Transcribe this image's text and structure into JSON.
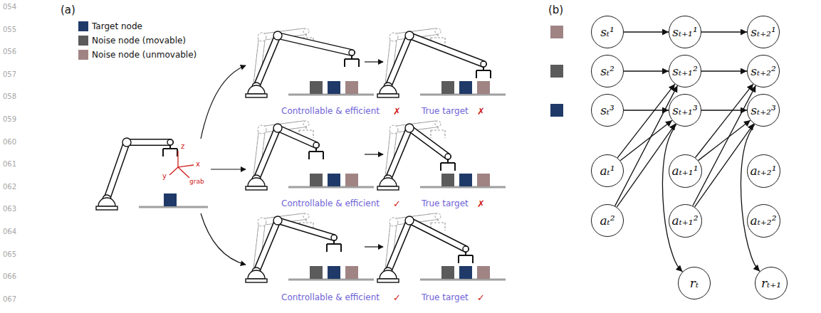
{
  "diagram": {
    "nodes": [
      {
        "text": [
          "sₜ¹"
        ]
      },
      {
        "text": [
          "sₜ₊₁¹"
        ]
      },
      {
        "text": [
          "sₜ₊₂¹"
        ]
      },
      {
        "text": [
          "sₜ²"
        ]
      },
      {
        "text": [
          "sₜ₊₁²"
        ]
      },
      {
        "text": [
          "sₜ₊₂²"
        ]
      },
      {
        "text": [
          "sₜ³"
        ]
      },
      {
        "text": [
          "sₜ₊₁³"
        ]
      },
      {
        "text": [
          "sₜ₊₂³"
        ]
      },
      {
        "text": [
          "aₜ¹"
        ]
      },
      {
        "text": [
          "aₜ₊₁¹"
        ]
      },
      {
        "text": [
          "aₜ₊₂¹"
        ]
      },
      {
        "text": [
          "aₜ²"
        ]
      },
      {
        "text": [
          "aₜ₊₁²"
        ]
      },
      {
        "text": [
          "aₜ₊₂²"
        ]
      },
      {
        "text": [
          "rₜ"
        ]
      },
      {
        "text": [
          "rₜ₊₁"
        ]
      }
    ],
    "edges": [
      {
        "from": 0,
        "to": 1,
        "arrow": "to"
      },
      {
        "from": 1,
        "to": 2,
        "arrow": "to"
      },
      {
        "from": 3,
        "to": 4,
        "arrow": "to"
      },
      {
        "from": 4,
        "to": 5,
        "arrow": "to"
      },
      {
        "from": 6,
        "to": 7,
        "arrow": "to"
      },
      {
        "from": 7,
        "to": 8,
        "arrow": "to"
      },
      {
        "from": 9,
        "to": 4,
        "arrow": "to"
      },
      {
        "from": 9,
        "to": 7,
        "arrow": "to"
      },
      {
        "from": 12,
        "to": 4,
        "arrow": "to"
      },
      {
        "from": 12,
        "to": 7,
        "arrow": "to"
      },
      {
        "from": 10,
        "to": 5,
        "arrow": "to"
      },
      {
        "from": 10,
        "to": 8,
        "arrow": "to"
      },
      {
        "from": 13,
        "to": 5,
        "arrow": "to"
      },
      {
        "from": 13,
        "to": 8,
        "arrow": "to"
      },
      {
        "from": 7,
        "to": 15,
        "arrow": "to"
      },
      {
        "from": 8,
        "to": 16,
        "arrow": "to"
      }
    ],
    "labels": [
      "(a)",
      "(b)",
      "054",
      "055",
      "056",
      "057",
      "058",
      "059",
      "060",
      "061",
      "062",
      "063",
      "064",
      "065",
      "066",
      "067",
      "z",
      "x",
      "y",
      "grab",
      "Controllable & efficient",
      "✗",
      "True target",
      "✗",
      "Controllable & efficient",
      "✓",
      "True target",
      "✗",
      "Controllable & efficient",
      "✓",
      "True target",
      "✓"
    ],
    "legend": [
      {
        "text": "Target node",
        "color": "#1f3a68"
      },
      {
        "text": "Noise node (movable)",
        "color": "#5b5b5b"
      },
      {
        "text": "Noise node (unmovable)",
        "color": "#a08484"
      }
    ]
  }
}
